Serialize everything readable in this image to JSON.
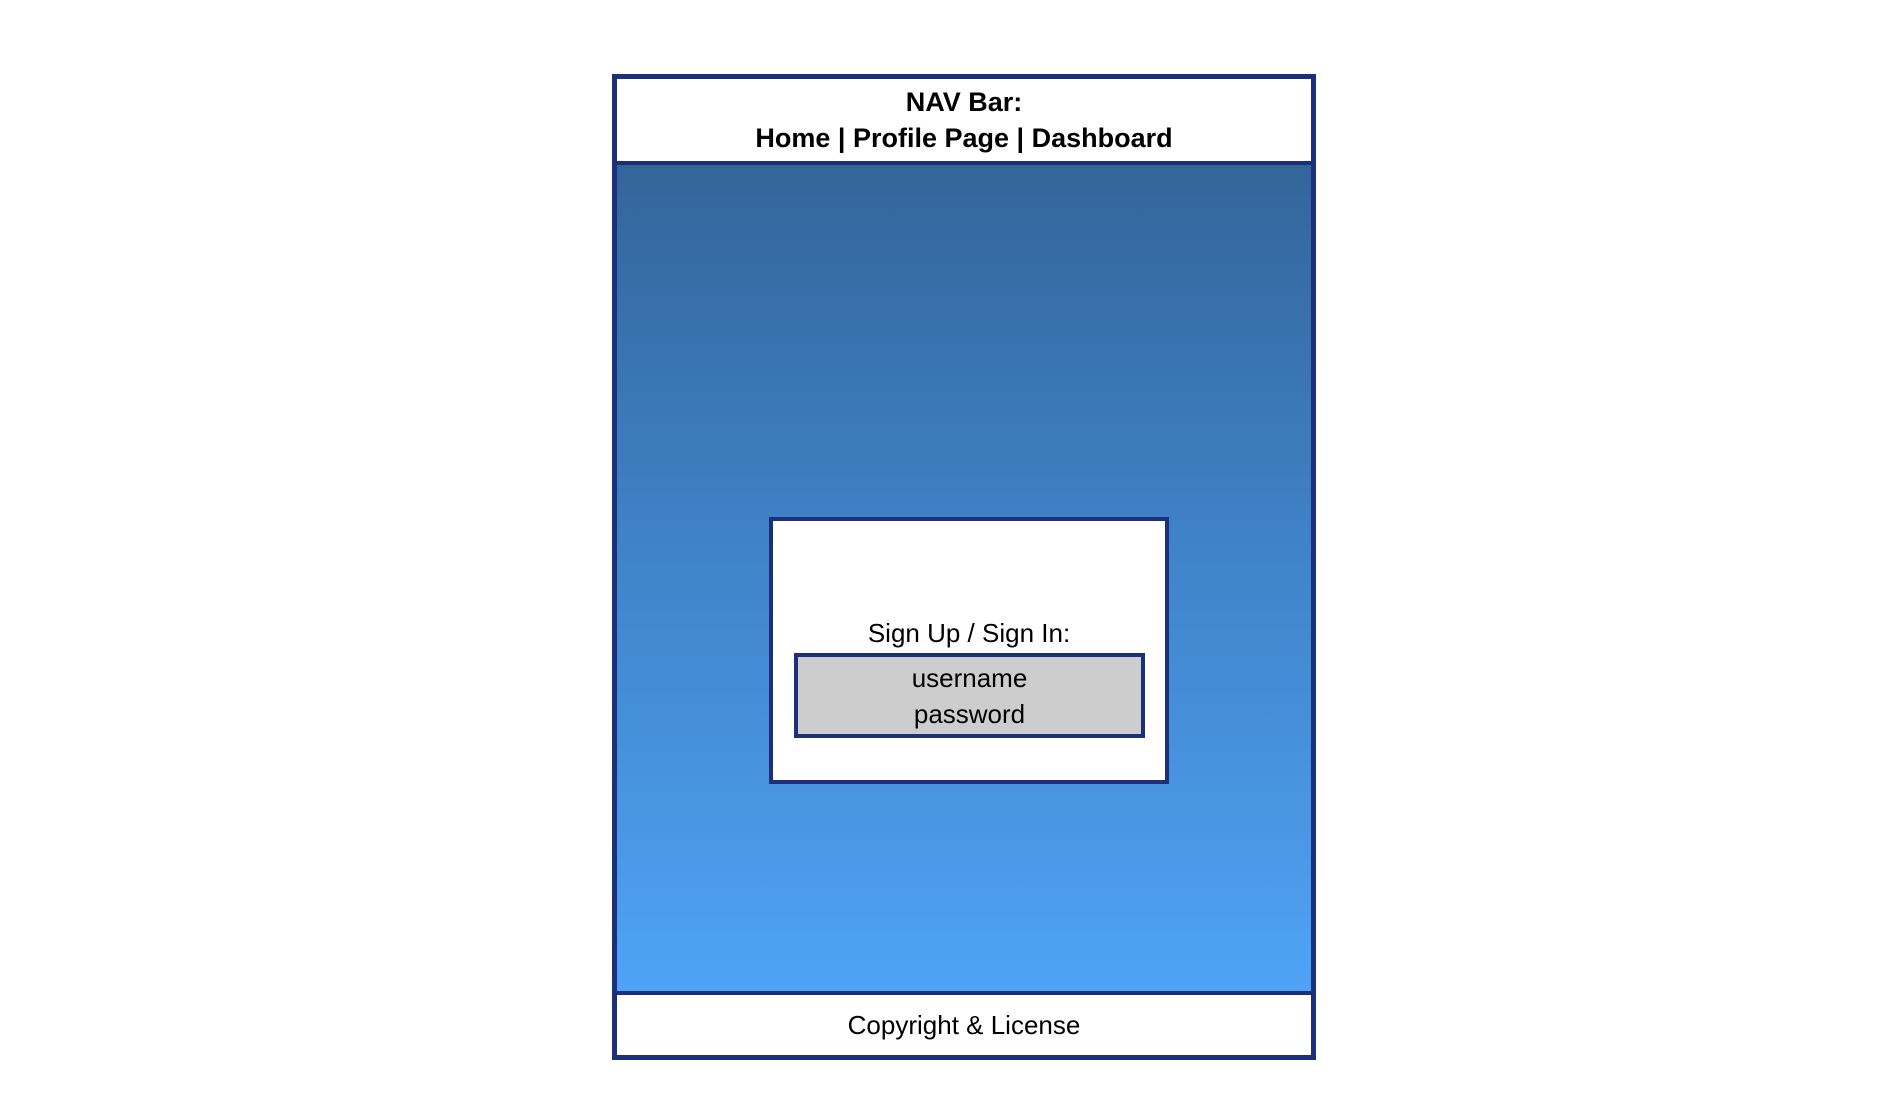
{
  "nav": {
    "heading": "NAV Bar:",
    "links": "Home | Profile Page | Dashboard"
  },
  "auth": {
    "title": "Sign Up / Sign In:",
    "username_label": "username",
    "password_label": "password"
  },
  "footer": {
    "text": "Copyright & License"
  },
  "colors": {
    "border": "#1c2f7a",
    "gradient_top": "#33659a",
    "gradient_bottom": "#4fa3f5",
    "form_fill": "#cdcdcd"
  }
}
